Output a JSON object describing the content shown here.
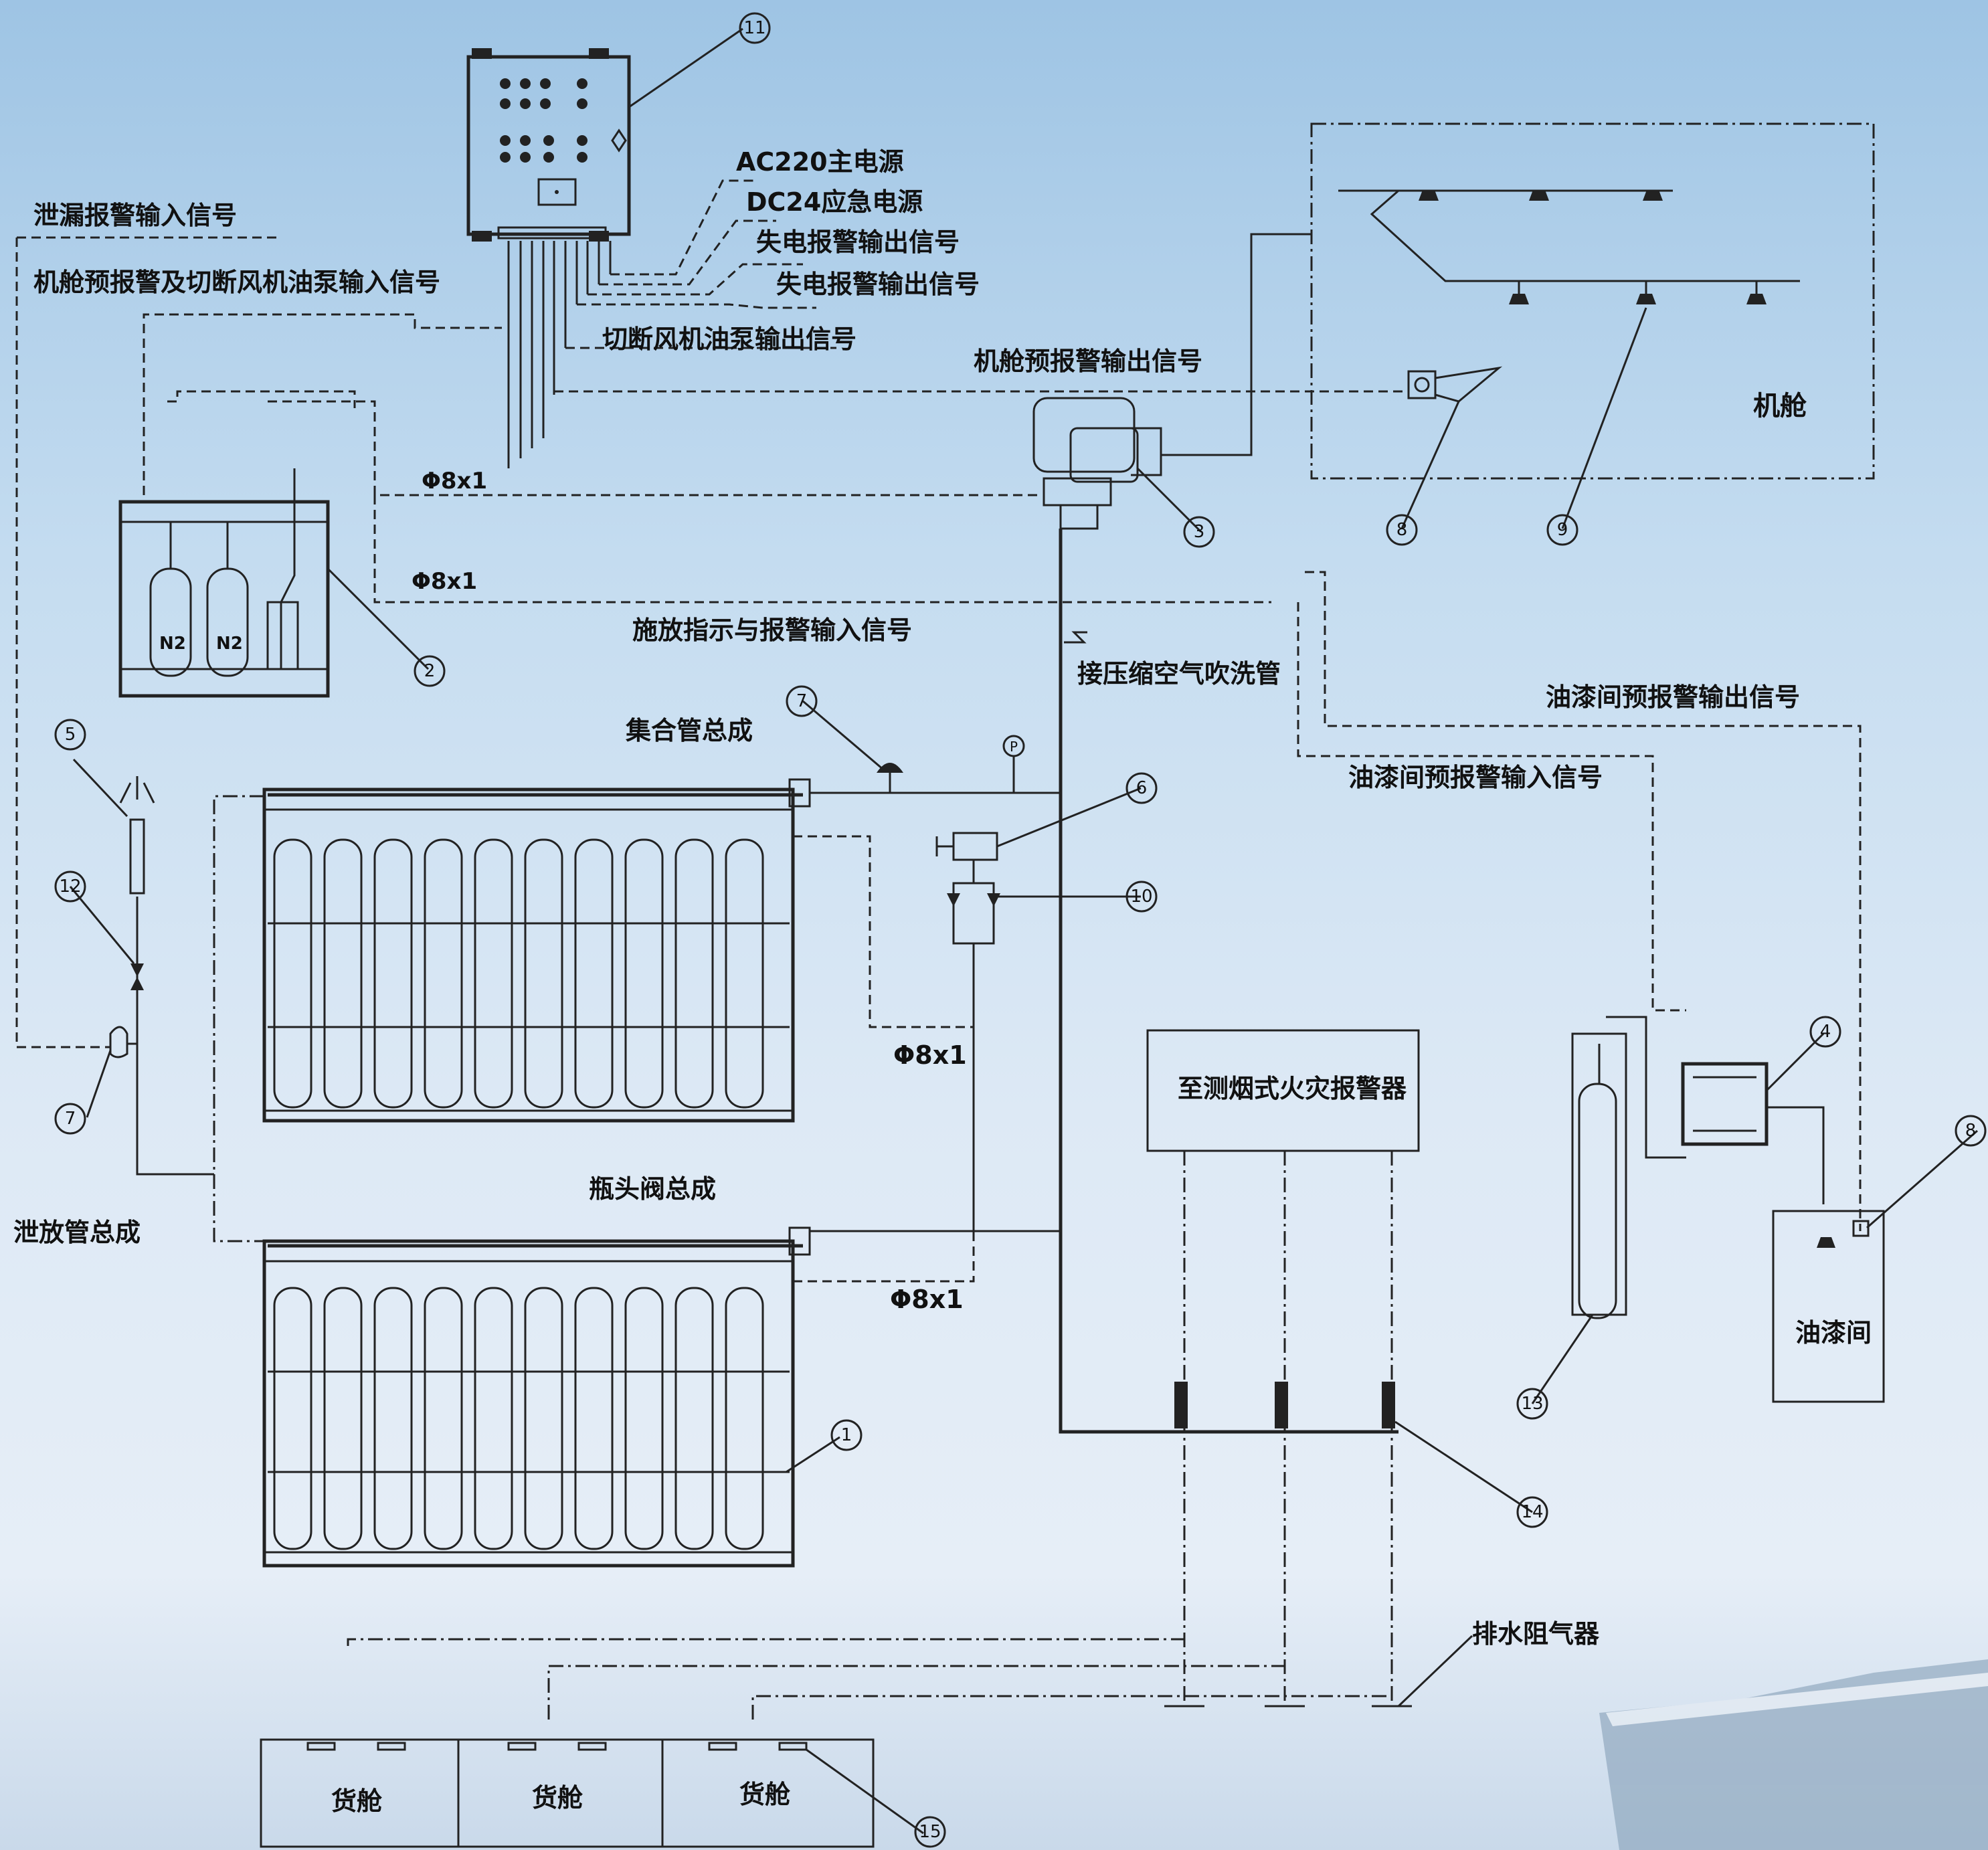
{
  "colors": {
    "line": "#222222",
    "sky_top": "#9ec4e4",
    "sky_bottom": "#e6eef7"
  },
  "signals": {
    "leak_alarm_input": "泄漏报警输入信号",
    "engine_prealarm_cutoff_input": "机舱预报警及切断风机油泵输入信号",
    "ac220_main_power": "AC220主电源",
    "dc24_emergency_power": "DC24应急电源",
    "power_loss_alarm_output_1": "失电报警输出信号",
    "power_loss_alarm_output_2": "失电报警输出信号",
    "fan_pump_cutoff_output": "切断风机油泵输出信号",
    "engine_prealarm_output": "机舱预报警输出信号",
    "release_indication_alarm_input": "施放指示与报警输入信号",
    "compressed_air_purge": "接压缩空气吹洗管",
    "paint_room_prealarm_output": "油漆间预报警输出信号",
    "paint_room_prealarm_input": "油漆间预报警输入信号"
  },
  "labels": {
    "manifold_assembly": "集合管总成",
    "cylinder_valve_assembly": "瓶头阀总成",
    "vent_pipe_assembly": "泄放管总成",
    "smoke_detector_alarm": "至测烟式火灾报警器",
    "drain_gas_trap": "排水阻气器",
    "engine_room": "机舱",
    "paint_room": "油漆间",
    "cargo_hold_1": "货舱",
    "cargo_hold_2": "货舱",
    "cargo_hold_3": "货舱",
    "pipe_size_1": "Φ8x1",
    "pipe_size_2": "Φ8x1",
    "pipe_size_3": "Φ8x1",
    "pipe_size_4": "Φ8x1",
    "n2_1": "N2",
    "n2_2": "N2",
    "pressure_gauge": "P"
  },
  "callouts": {
    "c1": "1",
    "c2": "2",
    "c3": "3",
    "c4": "4",
    "c5": "5",
    "c6": "6",
    "c7a": "7",
    "c7b": "7",
    "c8a": "8",
    "c8b": "8",
    "c9": "9",
    "c10": "10",
    "c11": "11",
    "c12": "12",
    "c13": "13",
    "c14": "14",
    "c15": "15"
  }
}
